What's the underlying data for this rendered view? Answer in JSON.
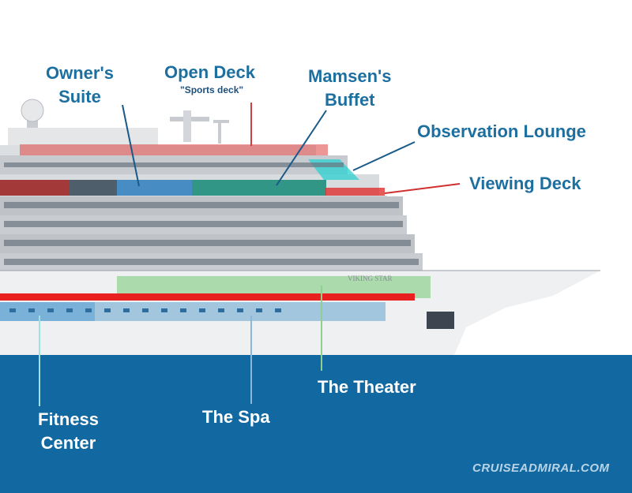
{
  "labels": {
    "owners_suite": [
      "Owner's",
      "Suite"
    ],
    "open_deck": "Open Deck",
    "open_deck_sub": "\"Sports deck\"",
    "mamsens_buffet": [
      "Mamsen's",
      "Buffet"
    ],
    "observation_lounge": "Observation Lounge",
    "viewing_deck": "Viewing Deck",
    "the_theater": "The Theater",
    "the_spa": "The Spa",
    "fitness_center": [
      "Fitness",
      "Center"
    ]
  },
  "ship_name": "VIKING STAR",
  "watermark": "CRUISEADMIRAL.COM",
  "colors": {
    "label_text": "#1d6f9f",
    "water": "#1268a0",
    "open_deck_highlight": "#e05050",
    "viewing_deck_highlight": "#e03030",
    "owners_suite_highlight": "#2d7fbf",
    "buffet_highlight": "#148a78",
    "observation_highlight": "#2bd0d0",
    "theater_highlight": "#8fd08f",
    "theater_bar": "#e82020",
    "spa_highlight": "#8ab8d8"
  }
}
